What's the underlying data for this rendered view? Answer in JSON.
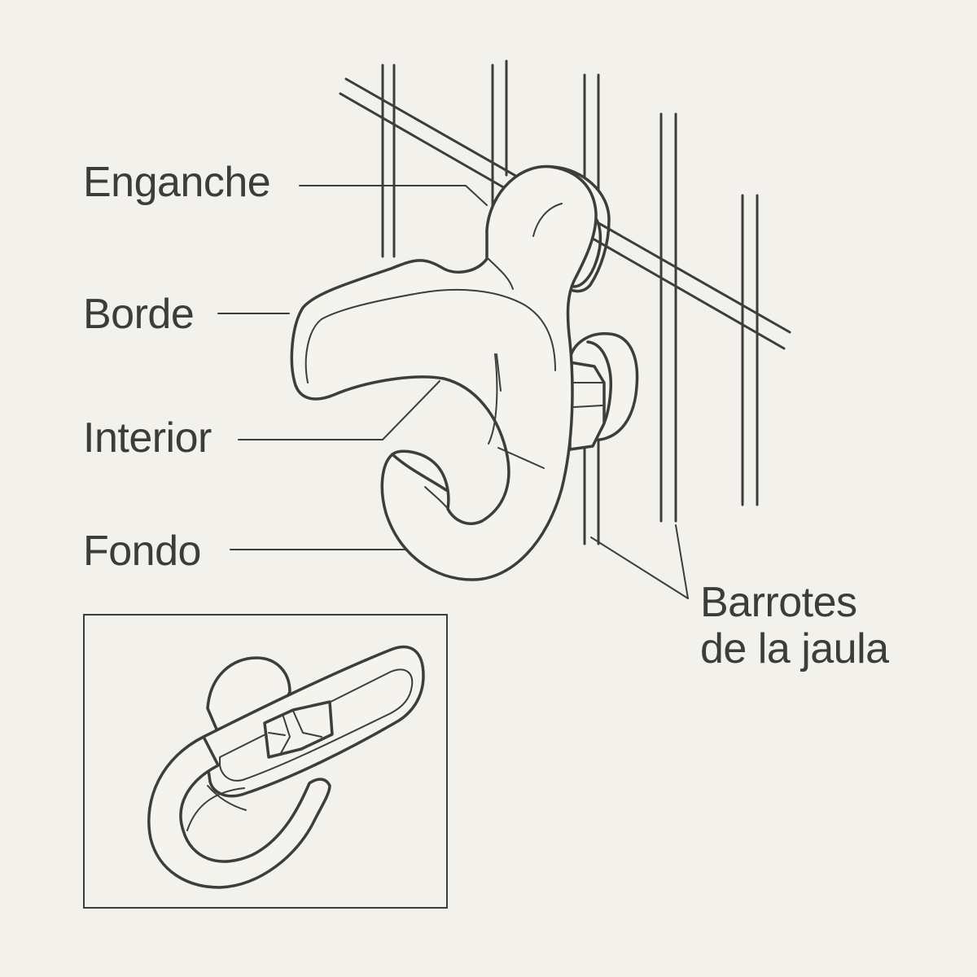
{
  "labels": {
    "enganche": "Enganche",
    "borde": "Borde",
    "interior": "Interior",
    "fondo": "Fondo",
    "barrotes_line1": "Barrotes",
    "barrotes_line2": "de la jaula"
  },
  "colors": {
    "background": "#f2f1ec",
    "ink": "#3d3d39"
  }
}
